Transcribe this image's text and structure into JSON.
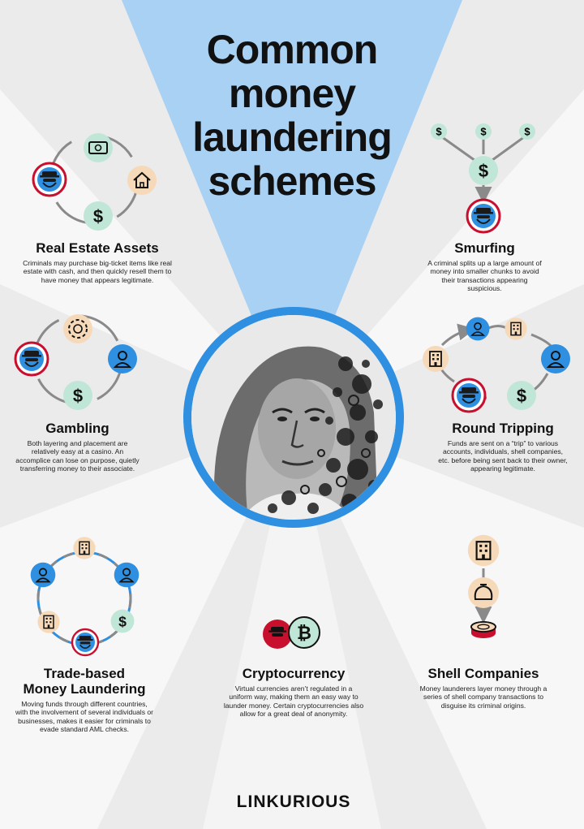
{
  "title_lines": [
    "Common",
    "money",
    "laundering",
    "schemes"
  ],
  "sections": {
    "real_estate": {
      "title": "Real Estate Assets",
      "text": "Criminals may purchase big-ticket items like real estate with cash, and then quickly resell them to have money that appears legitimate."
    },
    "smurfing": {
      "title": "Smurfing",
      "text": "A criminal splits up a large amount of money into smaller chunks to avoid their transactions appearing suspicious."
    },
    "gambling": {
      "title": "Gambling",
      "text": "Both layering and placement are relatively easy at a casino. An accomplice can lose on purpose, quietly transferring money to their associate."
    },
    "round_tripping": {
      "title": "Round Tripping",
      "text": "Funds are sent on a “trip” to various accounts, individuals, shell companies, etc. before being sent back to their owner, appearing legitimate."
    },
    "trade_based": {
      "title_line1": "Trade-based",
      "title_line2": "Money Laundering",
      "text": "Moving funds through different countries, with the involvement of several individuals or businesses, makes it easier for criminals to evade standard AML checks."
    },
    "cryptocurrency": {
      "title": "Cryptocurrency",
      "text": "Virtual currencies aren’t regulated in a uniform way, making them an easy way to launder money. Certain cryptocurrencies also allow for a great deal of anonymity."
    },
    "shell_companies": {
      "title": "Shell Companies",
      "text": "Money launderers layer money through a series of shell company transactions to disguise its criminal origins."
    }
  },
  "glyphs": {
    "dollar": "$",
    "bitcoin": "₿"
  },
  "logo": "LINKURIOUS",
  "colors": {
    "background": "#ebebeb",
    "ray_light": "#ffffff",
    "ray_blue": "#a9d1f3",
    "accent_blue": "#2f8fe0",
    "mint": "#bfe6d6",
    "peach": "#f6d9b8",
    "red": "#c8102e"
  },
  "icons": [
    "criminal-icon",
    "cash-icon",
    "house-icon",
    "dollar-icon",
    "person-icon",
    "building-icon",
    "casino-chip-icon",
    "bitcoin-icon",
    "sack-icon",
    "coins-icon"
  ]
}
